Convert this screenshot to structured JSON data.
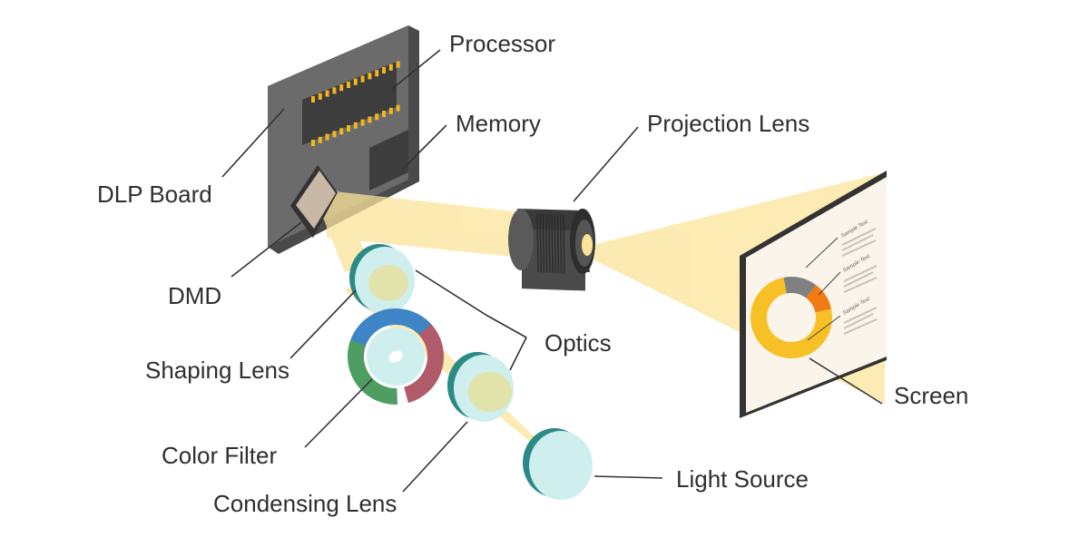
{
  "labels": {
    "processor": "Processor",
    "memory": "Memory",
    "projection_lens": "Projection Lens",
    "dlp_board": "DLP Board",
    "dmd": "DMD",
    "optics": "Optics",
    "shaping_lens": "Shaping Lens",
    "color_filter": "Color Filter",
    "condensing_lens": "Condensing Lens",
    "light_source": "Light Source",
    "screen": "Screen"
  },
  "screen_content": {
    "sample_text_1": "Sample Text",
    "sample_text_2": "Sample Text",
    "sample_text_3": "Sample Text"
  },
  "colors": {
    "board": "#6b6b6b",
    "chip": "#3d3d3d",
    "pins": "#f2b51c",
    "beam": "#fbe49a",
    "lens_face": "#cfeeee",
    "lens_rim": "#2c8a86",
    "filter_blue": "#3d85c6",
    "filter_red": "#b05a6a",
    "filter_green": "#4e9e63",
    "donut_yellow": "#f6c026",
    "donut_orange": "#f07a14",
    "donut_gray": "#808080",
    "screen_face": "#fbf4ea",
    "screen_frame": "#333333"
  }
}
